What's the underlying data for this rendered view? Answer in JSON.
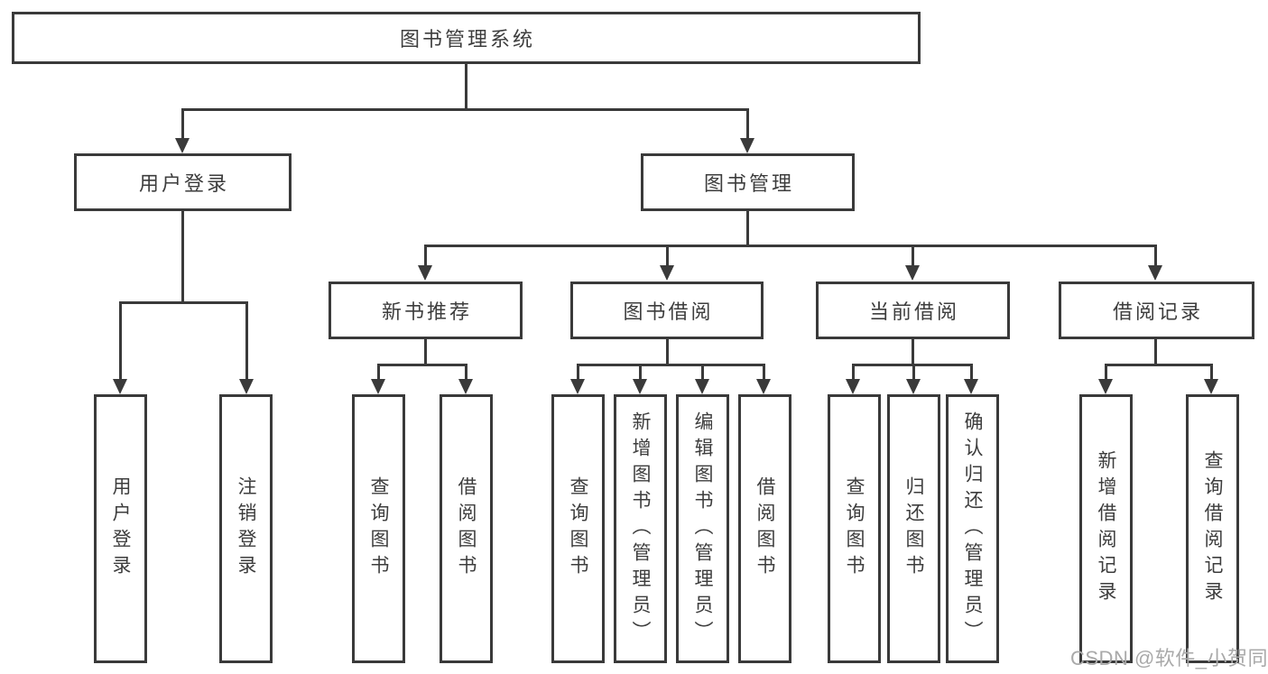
{
  "tree": {
    "root": {
      "label": "图书管理系统"
    },
    "branches": [
      {
        "label": "用户登录",
        "children": [
          {
            "label": "用户登录"
          },
          {
            "label": "注销登录"
          }
        ]
      },
      {
        "label": "图书管理",
        "children": [
          {
            "label": "新书推荐",
            "children": [
              {
                "label": "查询图书"
              },
              {
                "label": "借阅图书"
              }
            ]
          },
          {
            "label": "图书借阅",
            "children": [
              {
                "label": "查询图书"
              },
              {
                "label": "新增图书（管理员）"
              },
              {
                "label": "编辑图书（管理员）"
              },
              {
                "label": "借阅图书"
              }
            ]
          },
          {
            "label": "当前借阅",
            "children": [
              {
                "label": "查询图书"
              },
              {
                "label": "归还图书"
              },
              {
                "label": "确认归还（管理员）"
              }
            ]
          },
          {
            "label": "借阅记录",
            "children": [
              {
                "label": "新增借阅记录"
              },
              {
                "label": "查询借阅记录"
              }
            ]
          }
        ]
      }
    ]
  },
  "watermark": {
    "text": "CSDN @软件_小贺同学"
  },
  "colors": {
    "line": "#3a3a3a",
    "text": "#3d3d3d",
    "background": "#ffffff",
    "watermark": "#a9a9a9"
  }
}
